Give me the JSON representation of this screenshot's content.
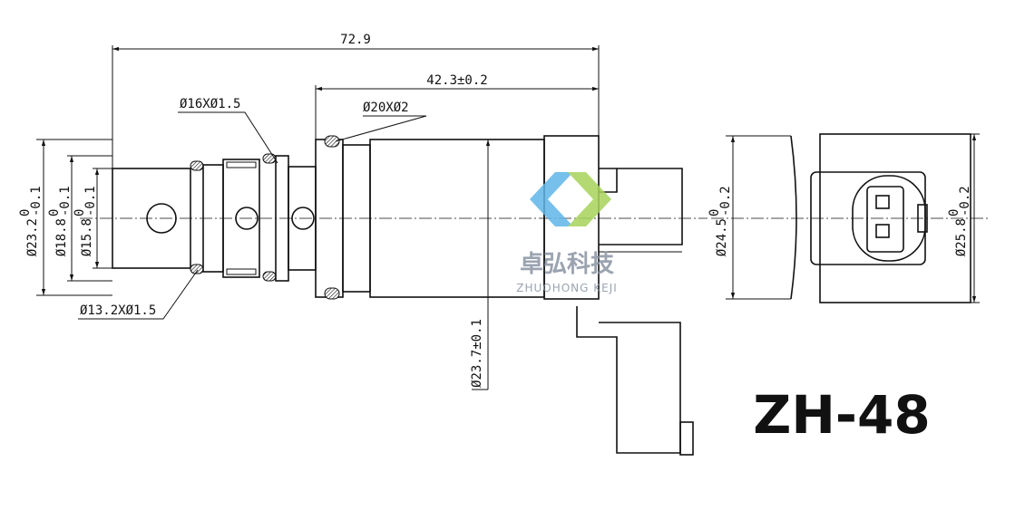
{
  "model": "ZH-48",
  "brand": {
    "name_cn": "卓弘科技",
    "name_en": "ZHUOHONG KEJI",
    "logo_colors": [
      "#5fb6e8",
      "#a7d25a"
    ]
  },
  "dimensions": {
    "overall_length": "72.9",
    "partial_length": "42.3±0.2",
    "oring_large": "Ø20XØ2",
    "oring_mid": "Ø16XØ1.5",
    "oring_small": "Ø13.2XØ1.5",
    "dia_23_2": "Ø23.2",
    "dia_23_2_tol_upper": "0",
    "dia_23_2_tol_lower": "-0.1",
    "dia_18_8": "Ø18.8",
    "dia_18_8_tol_upper": "0",
    "dia_18_8_tol_lower": "-0.1",
    "dia_15_8": "Ø15.8",
    "dia_15_8_tol_upper": "0",
    "dia_15_8_tol_lower": "-0.1",
    "dia_23_7": "Ø23.7±0.1",
    "dia_24_5": "Ø24.5",
    "dia_24_5_tol_upper": "0",
    "dia_24_5_tol_lower": "-0.2",
    "dia_25_8": "Ø25.8",
    "dia_25_8_tol_upper": "0",
    "dia_25_8_tol_lower": "-0.2"
  }
}
